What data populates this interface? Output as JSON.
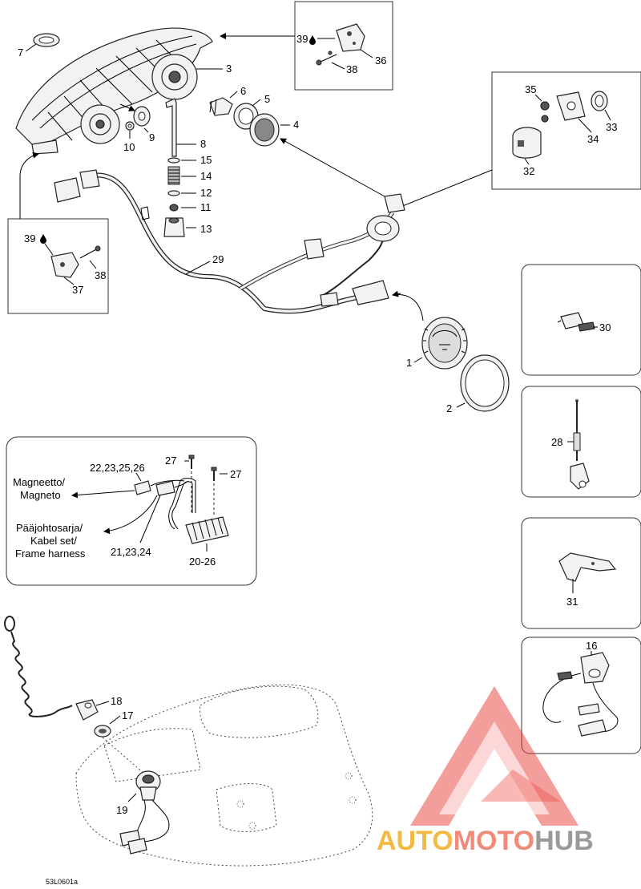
{
  "labels": {
    "p1": "1",
    "p2": "2",
    "p3": "3",
    "p4": "4",
    "p5": "5",
    "p6": "6",
    "p7": "7",
    "p8": "8",
    "p9": "9",
    "p10": "10",
    "p11": "11",
    "p12": "12",
    "p13": "13",
    "p14": "14",
    "p15": "15",
    "p16": "16",
    "p17": "17",
    "p18": "18",
    "p19": "19",
    "p28": "28",
    "p29": "29",
    "p30": "30",
    "p31": "31",
    "p32": "32",
    "p33": "33",
    "p34": "34",
    "p35": "35",
    "p36": "36",
    "p37": "37",
    "p38a": "38",
    "p38b": "38",
    "p39a": "39",
    "p39b": "39",
    "p2026": "20-26",
    "p22232526": "22,23,25,26",
    "p212324": "21,23,24",
    "p27a": "27",
    "p27b": "27"
  },
  "regulator_inset": {
    "magneto_line1": "Magneetto/",
    "magneto_line2": "Magneto",
    "harness_line1": "Pääjohtosarja/",
    "harness_line2": "Kabel set/",
    "harness_line3": "Frame harness"
  },
  "drawing_code": "53L0601a",
  "watermark": {
    "part1": "AUTO",
    "part2": "MOTO",
    "part3": "HUB"
  },
  "colors": {
    "watermark_red": "#e8302a",
    "watermark_orange": "#f4b942",
    "watermark_gray": "#9a9a9a"
  }
}
